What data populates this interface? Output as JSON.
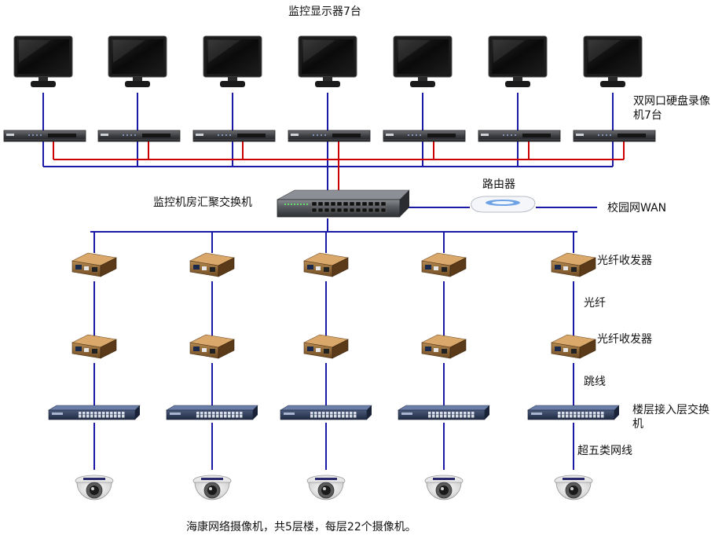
{
  "labels": {
    "monitors_title": "监控显示器7台",
    "nvr": "双网口硬盘录像机7台",
    "core_switch": "监控机房汇聚交换机",
    "router": "路由器",
    "wan": "校园网WAN",
    "transceiver_top": "光纤收发器",
    "fiber": "光纤",
    "transceiver_bottom": "光纤收发器",
    "patch_cable": "跳线",
    "access_switch": "楼层接入层交换机",
    "cat5e": "超五类网线",
    "footer": "海康网络摄像机，共5层楼，每层22个摄像机。"
  },
  "colors": {
    "blue_link": "#1a1aa6",
    "red_link": "#cc0000"
  },
  "counts": {
    "monitors": 7,
    "nvrs": 7,
    "floors": 5
  }
}
